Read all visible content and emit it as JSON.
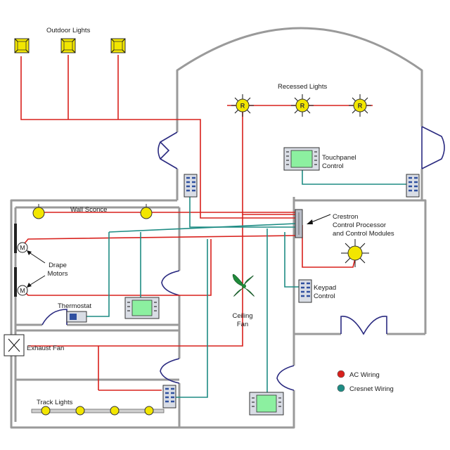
{
  "labels": {
    "outdoor_lights": "Outdoor Lights",
    "recessed_lights": "Recessed Lights",
    "touchpanel": [
      "Touchpanel",
      "Control"
    ],
    "crestron": [
      "Crestron",
      "Control Processor",
      "and Control Modules"
    ],
    "wall_sconce": "Wall Sconce",
    "drape_motors": [
      "Drape",
      "Motors"
    ],
    "keypad": [
      "Keypad",
      "Control"
    ],
    "thermostat": "Thermostat",
    "ceiling_fan": [
      "Ceiling",
      "Fan"
    ],
    "exhaust_fan": "Exhaust Fan",
    "track_lights": "Track Lights",
    "recessed_symbol": "R",
    "motor_symbol": "M"
  },
  "legend": [
    {
      "label": "AC Wiring",
      "color": "#d8201c"
    },
    {
      "label": "Cresnet Wiring",
      "color": "#1e8c84"
    }
  ],
  "colors": {
    "ac_wiring": "#d8201c",
    "cresnet_wiring": "#1e8c84",
    "walls": "#9a9a9a",
    "doors": "#2a2a80",
    "light_fixture": "#f2e600",
    "ceiling_fan": "#1f8a3a"
  }
}
